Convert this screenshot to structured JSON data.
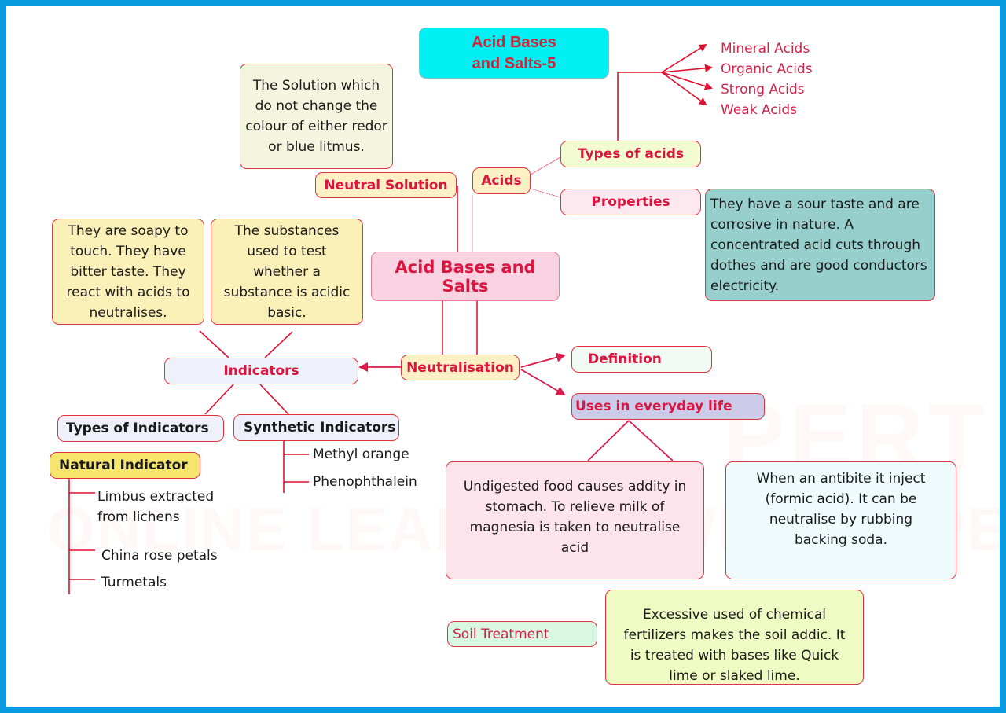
{
  "title": {
    "line1": "Acid Bases",
    "line2": "and Salts-5"
  },
  "watermark": {
    "line1": "ONLINE LEARNING WITH EXPERTS",
    "line2": "PERT"
  },
  "center": {
    "label": "Acid Bases and Salts"
  },
  "neutral_solution": {
    "label": "Neutral Solution",
    "description": [
      "The Solution which",
      "do not change the",
      "colour of either redor",
      "or blue litmus."
    ]
  },
  "acids": {
    "label": "Acids",
    "types": {
      "label": "Types of acids",
      "items": [
        "Mineral Acids",
        "Organic Acids",
        "Strong Acids",
        "Weak Acids"
      ]
    },
    "properties": {
      "label": "Properties",
      "description": [
        "They have a sour taste and are",
        "corrosive in nature. A",
        "concentrated acid cuts through",
        "dothes and are good conductors",
        "electricity."
      ]
    }
  },
  "bases_note": {
    "description": [
      "They are soapy to",
      "touch. They have",
      "bitter taste. They",
      "react with acids to",
      "neutralises."
    ]
  },
  "indicators": {
    "label": "Indicators",
    "description": [
      "The substances",
      "used to test",
      "whether a",
      "substance is acidic",
      "basic."
    ],
    "types_label": "Types of Indicators",
    "natural": {
      "label": "Natural Indicator",
      "items": [
        [
          "Limbus extracted",
          "from lichens"
        ],
        [
          "China rose petals"
        ],
        [
          "Turmetals"
        ]
      ]
    },
    "synthetic": {
      "label": "Synthetic Indicators",
      "items": [
        "Methyl orange",
        "Phenophthalein"
      ]
    }
  },
  "neutralisation": {
    "label": "Neutralisation",
    "definition_label": "Definition",
    "uses": {
      "label": "Uses in everyday life",
      "examples": [
        [
          "Undigested food causes addity in",
          "stomach. To relieve milk of",
          "magnesia is taken to neutralise",
          "acid"
        ],
        [
          "When an antibite it inject",
          "(formic acid). It can be",
          "neutralise by rubbing",
          "backing soda."
        ]
      ],
      "soil": {
        "label": "Soil Treatment",
        "description": [
          "Excessive used of chemical",
          "fertilizers makes the soil addic. It",
          "is treated with bases like Quick",
          "lime or slaked lime."
        ]
      }
    }
  },
  "colors": {
    "border_frame": "#0a9be0",
    "node_border": "#e0343c",
    "label_red": "#d9163f",
    "title_bg": "#00f0f4",
    "connector": "#e0143c"
  }
}
